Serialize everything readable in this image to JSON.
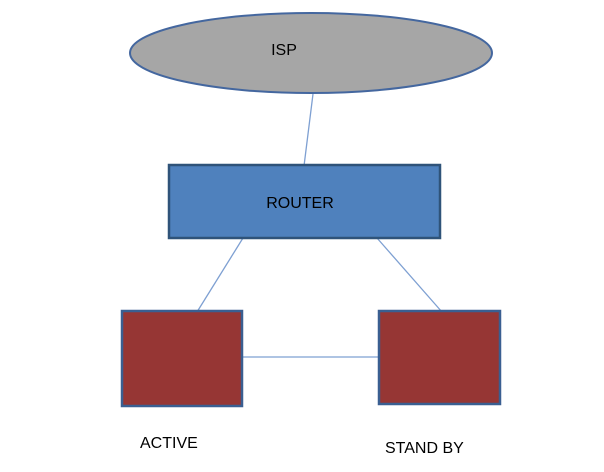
{
  "diagram": {
    "background": "#ffffff",
    "text_color": "#000000",
    "nodes": {
      "isp": {
        "label": "ISP",
        "shape": "ellipse",
        "fill": "#a6a6a6",
        "border": "#44679f"
      },
      "router": {
        "label": "ROUTER",
        "shape": "rectangle",
        "fill": "#4f81bd",
        "border": "#2f5379"
      },
      "active": {
        "label": "ACTIVE",
        "shape": "rectangle",
        "fill": "#963634",
        "border": "#3a5f91"
      },
      "standby": {
        "label": "STAND BY",
        "shape": "rectangle",
        "fill": "#963634",
        "border": "#3a5f91"
      }
    },
    "connectors": {
      "color": "#7ea0d2",
      "links": [
        "isp-router",
        "router-active",
        "router-standby",
        "active-standby"
      ]
    }
  }
}
